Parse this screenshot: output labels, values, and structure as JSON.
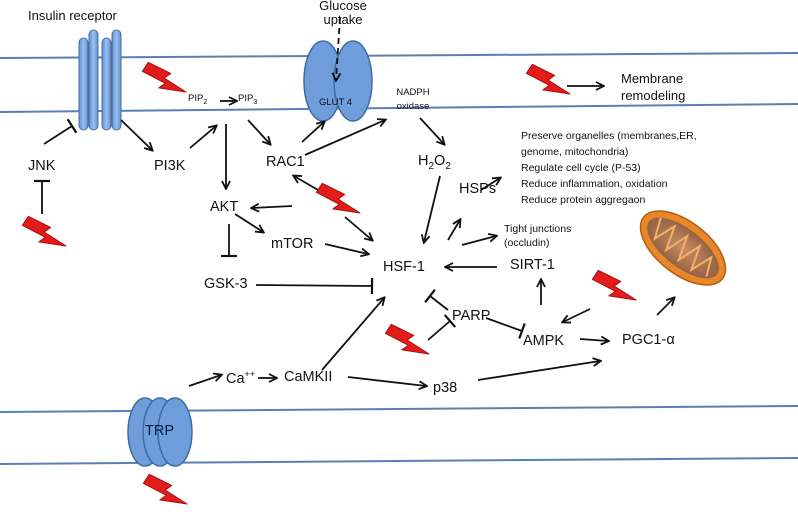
{
  "colors": {
    "membrane": "#5b7fb5",
    "receptor_fill": "#7aa6e0",
    "receptor_stroke": "#4a6fa5",
    "bolt_fill": "#e31b1b",
    "bolt_stroke": "#a80f0f",
    "mito_outer": "#e8862a",
    "mito_inner": "#9a6a50",
    "arrow": "#111111"
  },
  "labels": {
    "insulin_receptor": "Insulin receptor",
    "glucose_uptake": "Glucose\nuptake",
    "glut4": "GLUT 4",
    "pip2": "PIP",
    "pip2_sub": "2",
    "pip3": "PIP",
    "pip3_sub": "3",
    "nadph_oxidase": "NADPH\noxidase",
    "membrane_remodeling": "Membrane\nremodeling",
    "jnk": "JNK",
    "pi3k": "PI3K",
    "rac1": "RAC1",
    "h2o2_h": "H",
    "h2o2_2a": "2",
    "h2o2_o": "O",
    "h2o2_2b": "2",
    "hsps": "HSPs",
    "akt": "AKT",
    "mtor": "mTOR",
    "hsf1": "HSF-1",
    "gsk3": "GSK-3",
    "sirt1": "SIRT-1",
    "parp": "PARP",
    "ampk": "AMPK",
    "pgc1": "PGC1-",
    "pgc1_alpha": "α",
    "ca": "Ca",
    "ca_sup": "++",
    "camkii": "CaMKII",
    "p38": "p38",
    "trp": "TRP",
    "tight_junctions": "Tight junctions\n(occludin)",
    "effects": [
      "Preserve organelles (membranes,ER,",
      "genome, mitochondria)",
      "Regulate cell cycle (P-53)",
      "Reduce inflammation, oxidation",
      "Reduce protein aggregaon"
    ]
  },
  "icons": [
    "insulin-receptor-icon",
    "glut4-transporter-icon",
    "trp-channel-icon",
    "mitochondrion-icon",
    "lightning-bolt-icon"
  ]
}
